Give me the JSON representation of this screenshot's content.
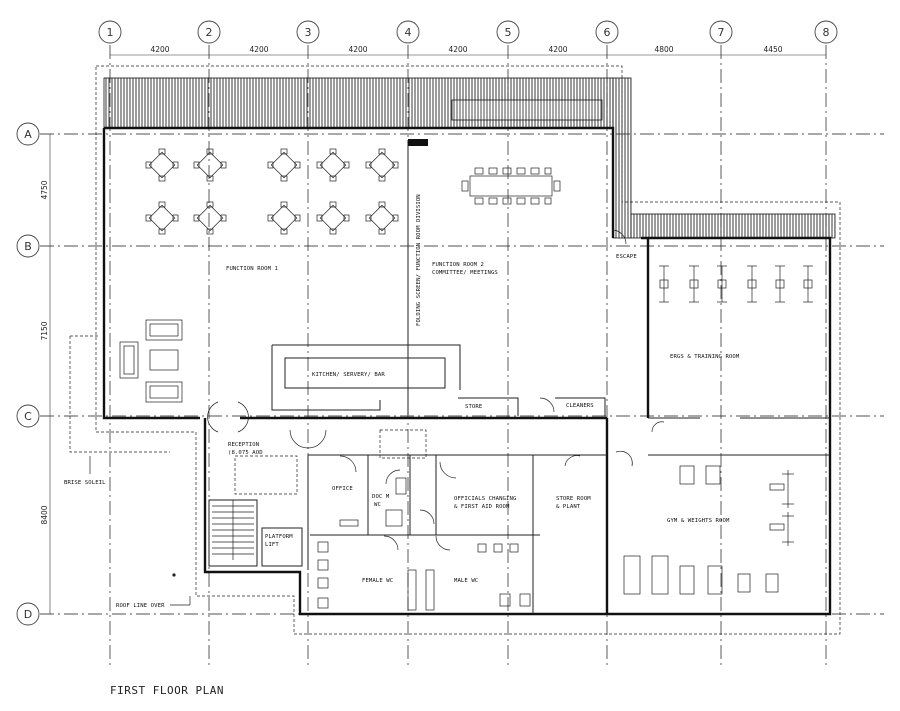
{
  "grid": {
    "columns": [
      "1",
      "2",
      "3",
      "4",
      "5",
      "6",
      "7",
      "8"
    ],
    "rows": [
      "A",
      "B",
      "C",
      "D"
    ],
    "column_spacings": [
      "4200",
      "4200",
      "4200",
      "4200",
      "4200",
      "4800",
      "4450"
    ],
    "row_spacings": [
      "4750",
      "7150",
      "8400"
    ]
  },
  "rooms": {
    "function_room_1": "FUNCTION ROOM 1",
    "function_room_2_line1": "FUNCTION ROOM 2",
    "function_room_2_line2": "COMMITTEE/ MEETINGS",
    "folding_screen": "FOLDING SCREEN/ FUNCTION ROOM DIVISION",
    "kitchen": "KITCHEN/ SERVERY/ BAR",
    "store": "STORE",
    "cleaners": "CLEANERS",
    "escape": "ESCAPE",
    "ergs": "ERGS & TRAINING ROOM",
    "reception_line1": "RECEPTION",
    "reception_line2": "(8.075 AOD",
    "office": "OFFICE",
    "doc_wc_line1": "DOC M",
    "doc_wc_line2": "WC",
    "officials_line1": "OFFICIALS CHANGING",
    "officials_line2": "& FIRST AID ROOM",
    "store_plant_line1": "STORE ROOM",
    "store_plant_line2": "& PLANT",
    "gym": "GYM & WEIGHTS ROOM",
    "platform_lift_line1": "PLATFORM",
    "platform_lift_line2": "LIFT",
    "female_wc": "FEMALE WC",
    "male_wc": "MALE WC"
  },
  "annotations": {
    "brise_soleil": "BRISE SOLEIL",
    "roof_line": "ROOF LINE OVER"
  },
  "title": "FIRST FLOOR PLAN"
}
